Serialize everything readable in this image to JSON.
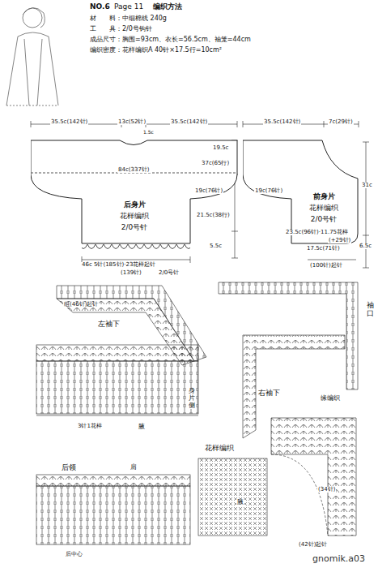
{
  "diagram": {
    "title": "编织方法",
    "nodes": [
      {
        "text": [
          "后身片",
          "花样编织",
          "2/0号针"
        ]
      },
      {
        "text": [
          "前身片",
          "花样编织",
          "2/0号针"
        ]
      }
    ],
    "labels": [
      "NO.6",
      "Page 11",
      "材　　料：中细棉线 240g",
      "工　　具：2/0号钩针",
      "成品尺寸：胸围=93cm、衣长=56.5cm、袖笼=44cm",
      "编织密度：花样编织A 40针×17.5行=10cm²",
      "35.5c(142针)",
      "13c(52针)",
      "1.5c",
      "35.5c(142针)",
      "84c(337针)",
      "19.5c",
      "37c(65行)",
      "19c(76针)",
      "21.5c(38行)",
      "5.5c",
      "46c 5针(185针)·23花样起针",
      "(139针)",
      "2/0号针",
      "35.5c(142针)",
      "7c(29针)",
      "31c",
      "19c(76针)",
      "23.5c(96针)·11.75花样",
      "(+29针)",
      "17.5c(71针)",
      "(100针)起针",
      "6.5c",
      "组(46针)起针",
      "左袖下",
      "3针1花样",
      "腋",
      "身片侧",
      "后领",
      "肩",
      "后中心",
      "袖口",
      "右袖下",
      "缘编织",
      "花样编织",
      "腋",
      "(34针)",
      "(42针)起针",
      "gnomik.a03"
    ]
  }
}
